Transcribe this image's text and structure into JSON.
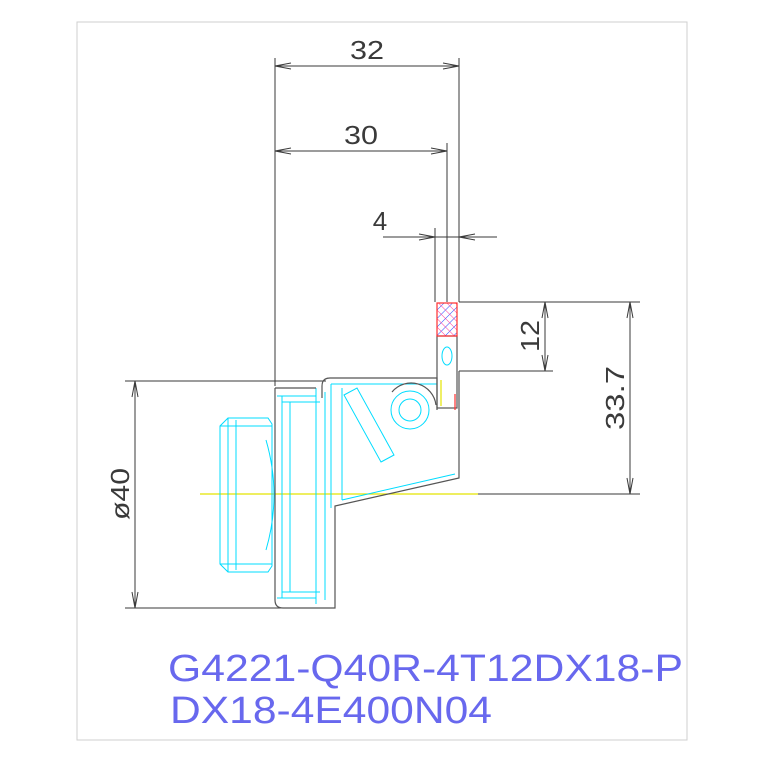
{
  "dimensions": {
    "overall_width": "32",
    "body_width": "30",
    "insert_width": "4",
    "insert_height": "12",
    "center_height": "33.7",
    "flange_diameter": "ø40"
  },
  "part_number": {
    "line1": "G4221-Q40R-4T12DX18-P",
    "line2": "DX18-4E400N04"
  },
  "colors": {
    "part_number_text": "#6868ee",
    "dimension": "#3a3a3a",
    "tool_outline": "#00dcff",
    "body_outline": "#555555",
    "centerline": "#e4e400",
    "insert_edge": "#ff3030"
  }
}
